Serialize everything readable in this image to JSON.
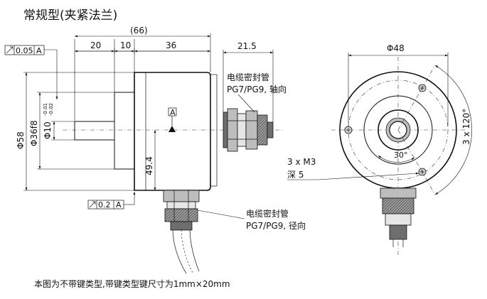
{
  "title": "常规型(夹紧法兰)",
  "note": "本图为不带键类型,带键类型键尺寸为1mm×20mm",
  "side_view": {
    "total_length": "(66)",
    "seg_20": "20",
    "seg_10": "10",
    "seg_36": "36",
    "gland_offset": "21.5",
    "dia_58": "Φ58",
    "dia_36f8": "Φ36f8",
    "dia_10": "Φ10",
    "tol_upper": "-0.01",
    "tol_lower": "-0.02",
    "height_49_4": "49.4",
    "datum": "A",
    "runout_top_value": "0.05",
    "runout_top_datum": "A",
    "runout_bottom_value": "0.2",
    "runout_bottom_datum": "A",
    "cable_axial_line1": "电缆密封管",
    "cable_axial_line2": "PG7/PG9, 轴向",
    "cable_radial_line1": "电缆密封管",
    "cable_radial_line2": "PG7/PG9, 径向"
  },
  "front_view": {
    "dia_48": "Φ48",
    "angle_120": "3 x 120°",
    "angle_30": "30°",
    "thread_line1": "3 x M3",
    "thread_line2": "深 5"
  }
}
